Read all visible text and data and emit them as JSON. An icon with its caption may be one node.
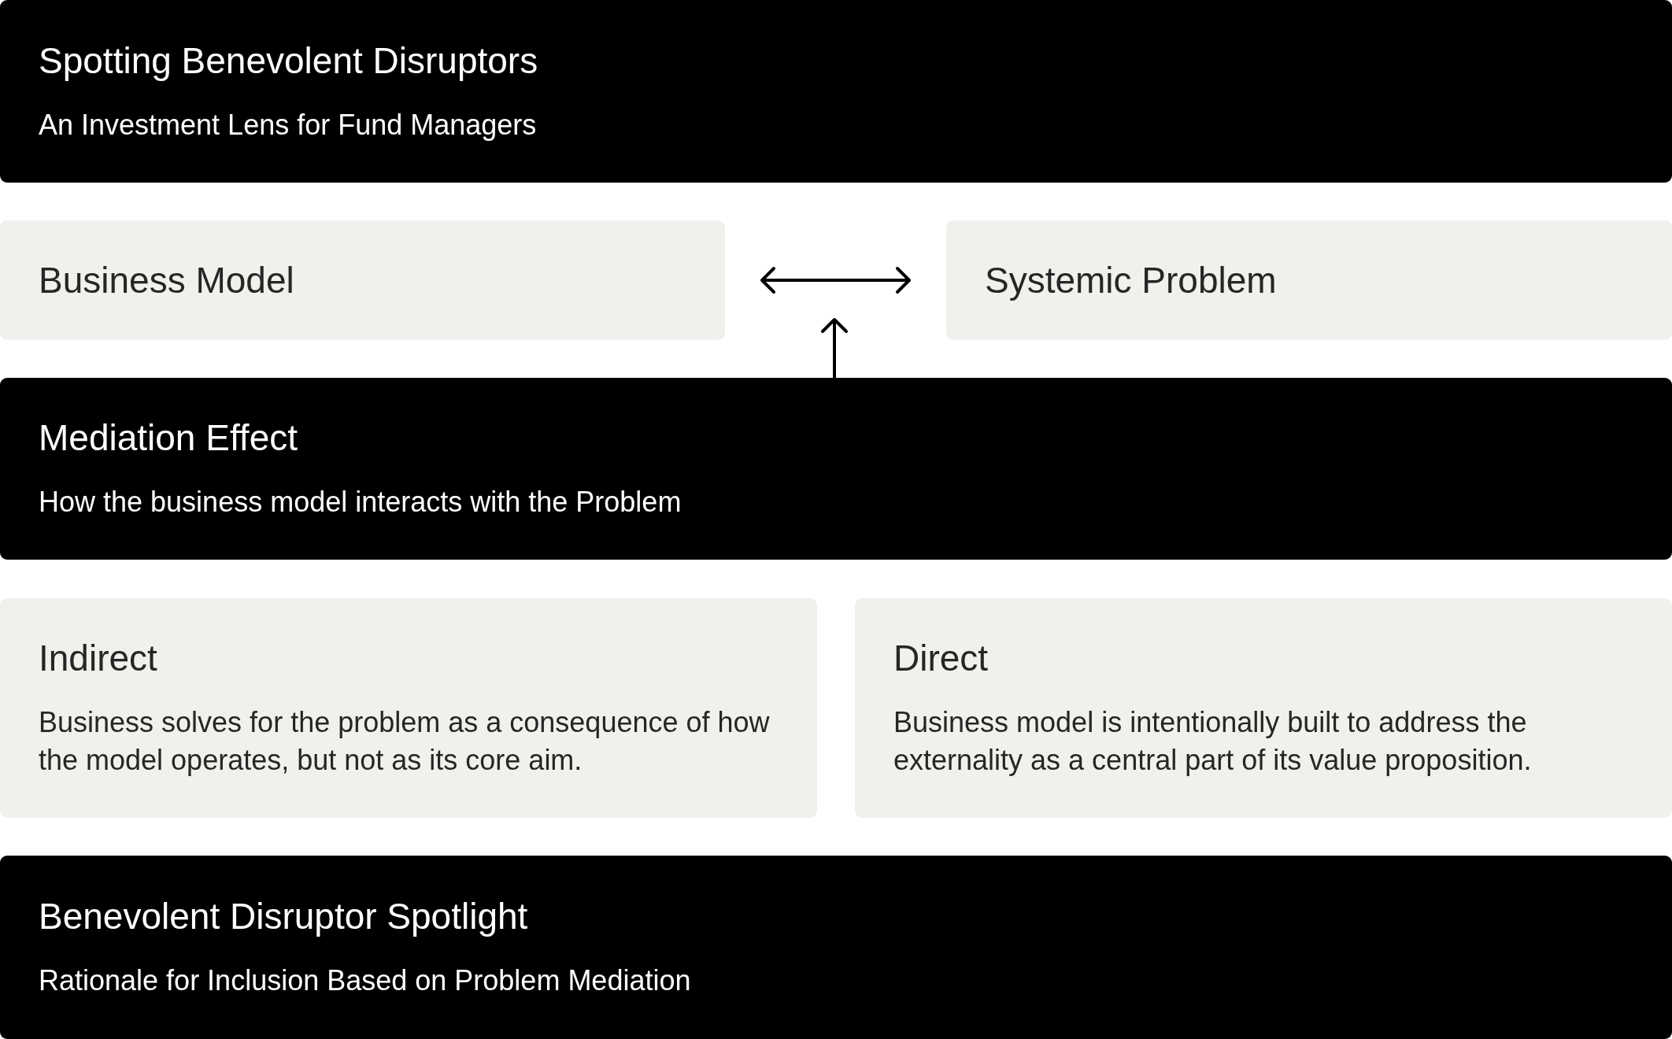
{
  "diagram": {
    "nodes": [
      {
        "text": [
          "Spotting Benevolent Disruptors",
          "An Investment Lens for Fund Managers"
        ]
      },
      {
        "text": [
          "Business Model"
        ]
      },
      {
        "text": [
          "Systemic Problem"
        ]
      },
      {
        "text": [
          "Mediation Effect",
          "How the business model interacts with the Problem"
        ]
      },
      {
        "text": [
          "Indirect",
          "Business solves for the problem as a consequence of how the model operates, but not as its core aim."
        ]
      },
      {
        "text": [
          "Direct",
          "Business model is intentionally built to address the externality as a central part of its value proposition."
        ]
      },
      {
        "text": [
          "Benevolent Disruptor Spotlight",
          "Rationale for Inclusion Based on Problem Mediation"
        ]
      }
    ],
    "edges": [
      {
        "from": 1,
        "to": 2,
        "arrow": "both"
      },
      {
        "from": 3,
        "to": null,
        "arrow": "to"
      }
    ]
  }
}
